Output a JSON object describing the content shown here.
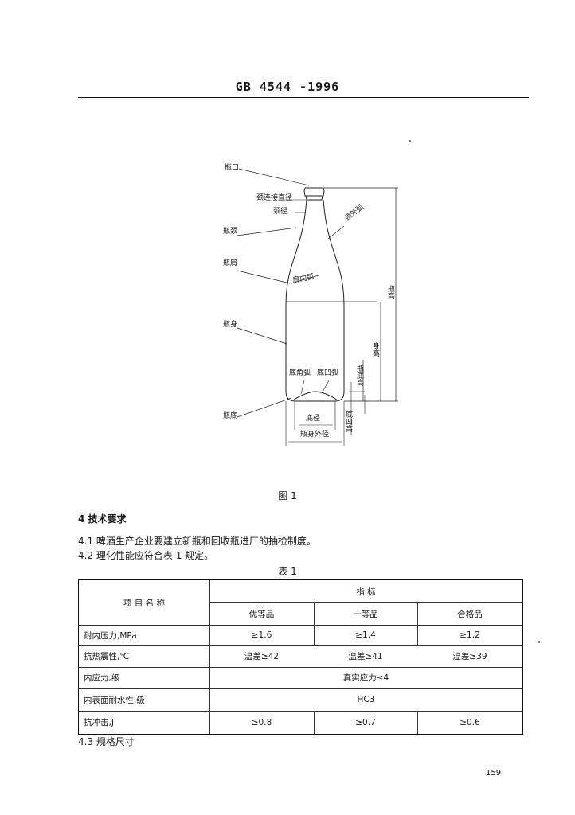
{
  "header": {
    "standard_code": "GB 4544 -1996"
  },
  "figure": {
    "labels": {
      "bottle_mouth": "瓶口",
      "neck_joint_diameter": "颈连接直径",
      "neck_diameter": "颈径",
      "bottle_neck": "瓶颈",
      "neck_outer_arc": "颈外弧",
      "bottle_shoulder": "瓶肩",
      "shoulder_inner_arc": "肩内弧",
      "bottle_body": "瓶身",
      "bottle_height": "瓶高",
      "body_height": "身高",
      "base_corner_arc": "底角弧",
      "base_concave_arc": "底凹弧",
      "base_height": "瓶底高",
      "bottle_base": "瓶底",
      "base_diameter": "底径",
      "base_concave_height": "底凹高",
      "body_outer_diameter": "瓶身外径"
    },
    "caption": "图 1"
  },
  "section": {
    "heading": "4  技术要求",
    "item_4_1": "4.1  啤酒生产企业要建立新瓶和回收瓶进厂的抽检制度。",
    "item_4_2": "4.2  理化性能应符合表 1 规定。",
    "item_4_3": "4.3  规格尺寸"
  },
  "table": {
    "caption": "表 1",
    "header": {
      "item_name": "项  目  名  称",
      "indicator": "指       标",
      "grades": [
        "优等品",
        "一等品",
        "合格品"
      ]
    },
    "rows": [
      {
        "name": "耐内压力,MPa",
        "values": [
          "≥1.6",
          "≥1.4",
          "≥1.2"
        ]
      },
      {
        "name": "抗热震性,℃",
        "values": [
          "温差≥42",
          "温差≥41",
          "温差≥39"
        ]
      },
      {
        "name": "内应力,级",
        "merged": "真实应力≤4"
      },
      {
        "name": "内表面耐水性,级",
        "merged": "HC3"
      },
      {
        "name": "抗冲击,J",
        "values": [
          "≥0.8",
          "≥0.7",
          "≥0.6"
        ]
      }
    ]
  },
  "footer": {
    "page_number": "159"
  }
}
